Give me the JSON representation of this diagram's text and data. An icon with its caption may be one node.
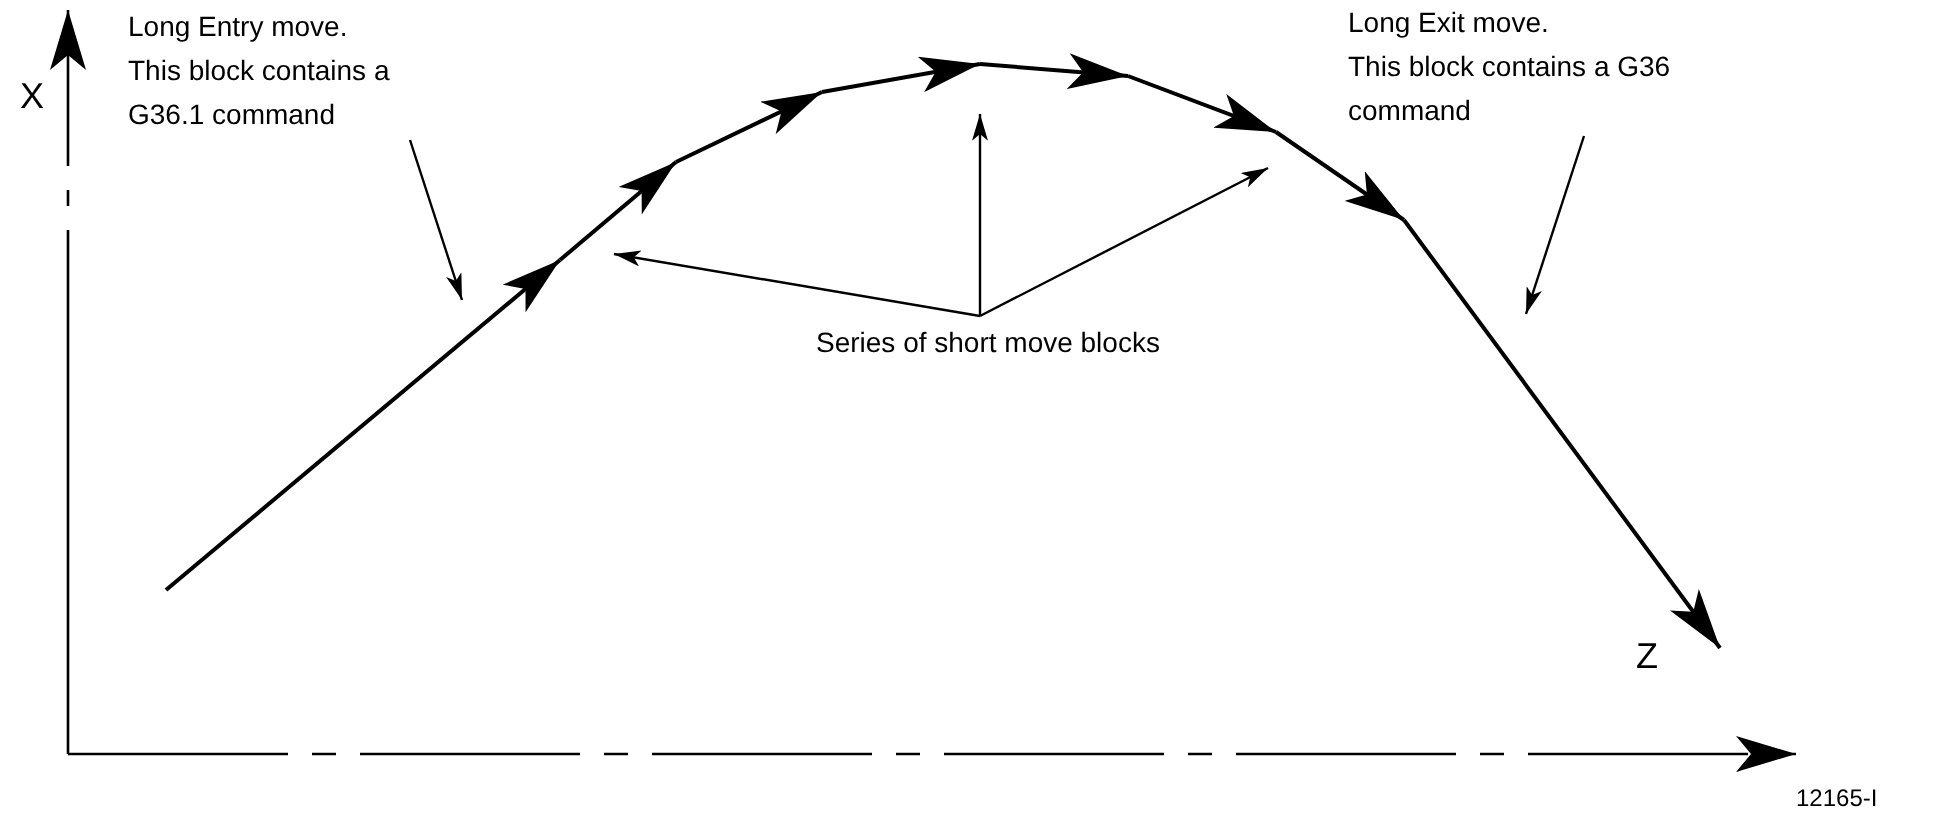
{
  "diagram": {
    "nodes": [
      {
        "text": [
          "Long Entry move.",
          "This block contains a G36.1 command"
        ]
      },
      {
        "text": [
          "Series of short move blocks"
        ]
      },
      {
        "text": [
          "Long Exit move.",
          "This block contains a G36 command"
        ]
      }
    ],
    "edges": [
      {
        "from": 0,
        "to": null,
        "arrow": "to"
      },
      {
        "from": 1,
        "to": null,
        "arrow": "to"
      },
      {
        "from": 1,
        "to": null,
        "arrow": "to"
      },
      {
        "from": 1,
        "to": null,
        "arrow": "to"
      },
      {
        "from": 2,
        "to": null,
        "arrow": "to"
      }
    ],
    "labels": [
      "X",
      "Z",
      "12165-I"
    ]
  }
}
